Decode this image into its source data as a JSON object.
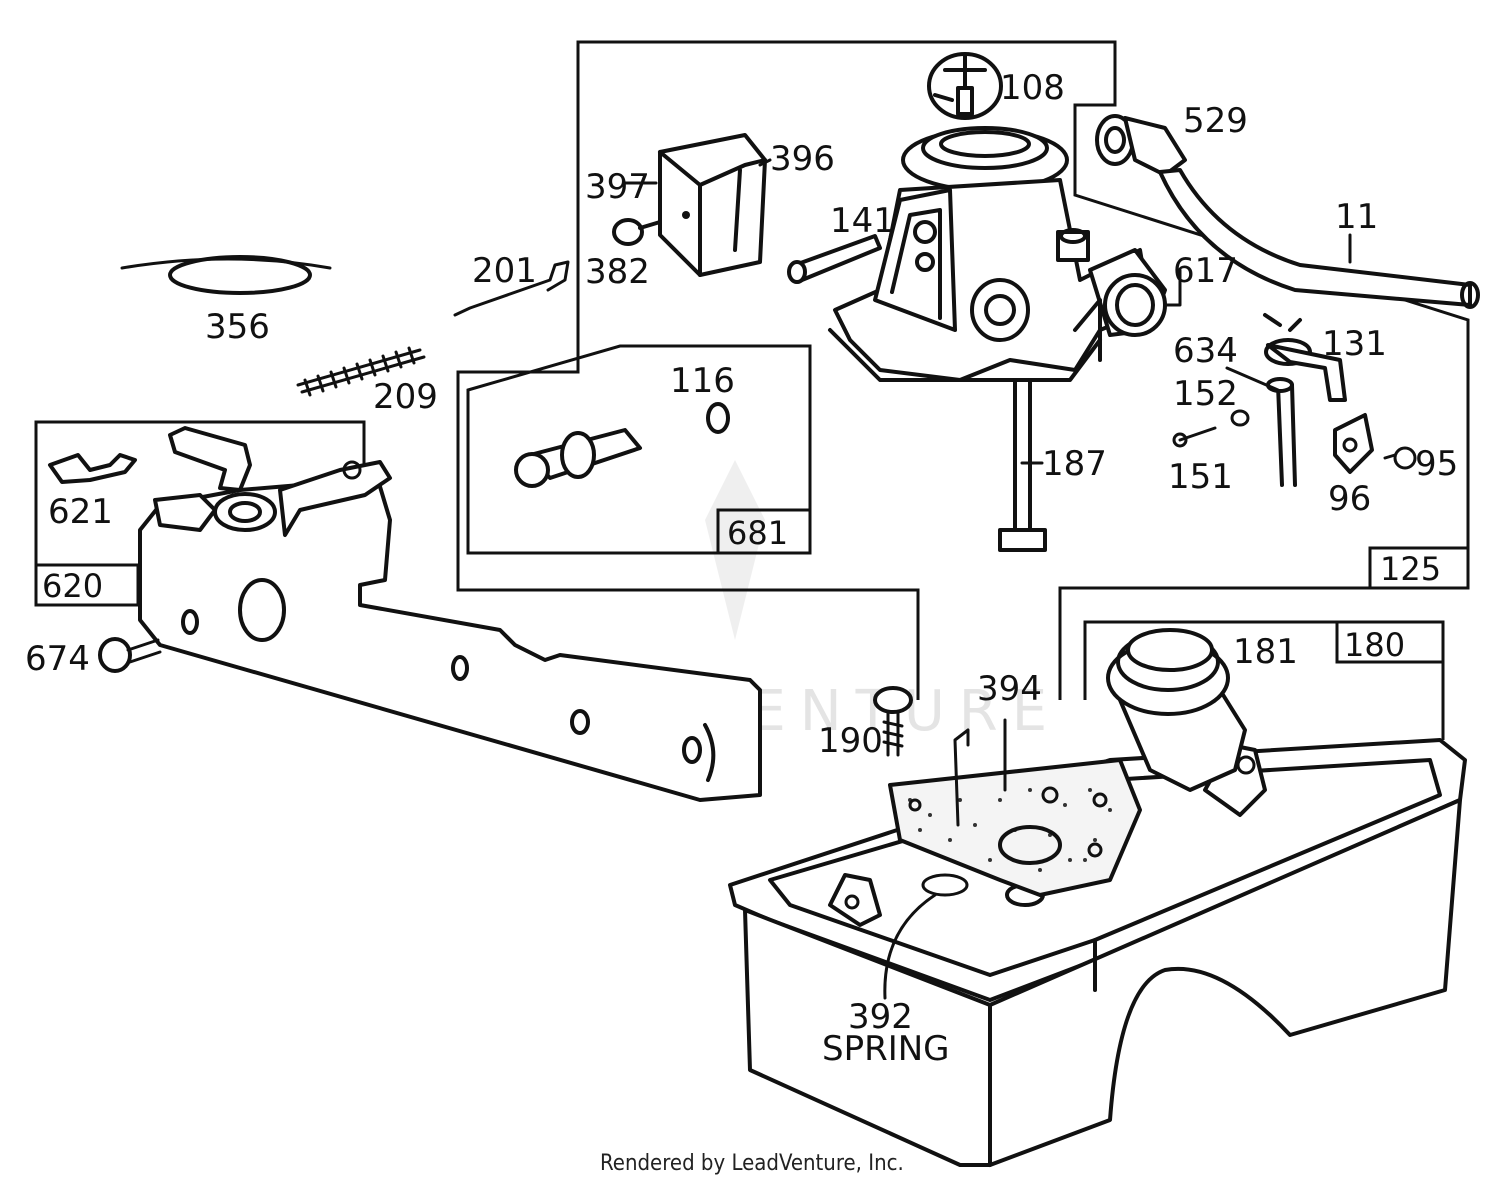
{
  "watermark": "LEADVENTURE",
  "footer": "Rendered by LeadVenture, Inc.",
  "callouts": {
    "c108": "108",
    "c529": "529",
    "c396": "396",
    "c397": "397",
    "c382": "382",
    "c141": "141",
    "c11": "11",
    "c201": "201",
    "c617": "617",
    "c356": "356",
    "c634": "634",
    "c131": "131",
    "c209": "209",
    "c116": "116",
    "c152": "152",
    "c187": "187",
    "c151": "151",
    "c95": "95",
    "c96": "96",
    "c621": "621",
    "c674": "674",
    "c181": "181",
    "c394": "394",
    "c190": "190",
    "c392": "392",
    "spring": "SPRING"
  },
  "boxes": {
    "b681": "681",
    "b620": "620",
    "b125": "125",
    "b180": "180"
  }
}
